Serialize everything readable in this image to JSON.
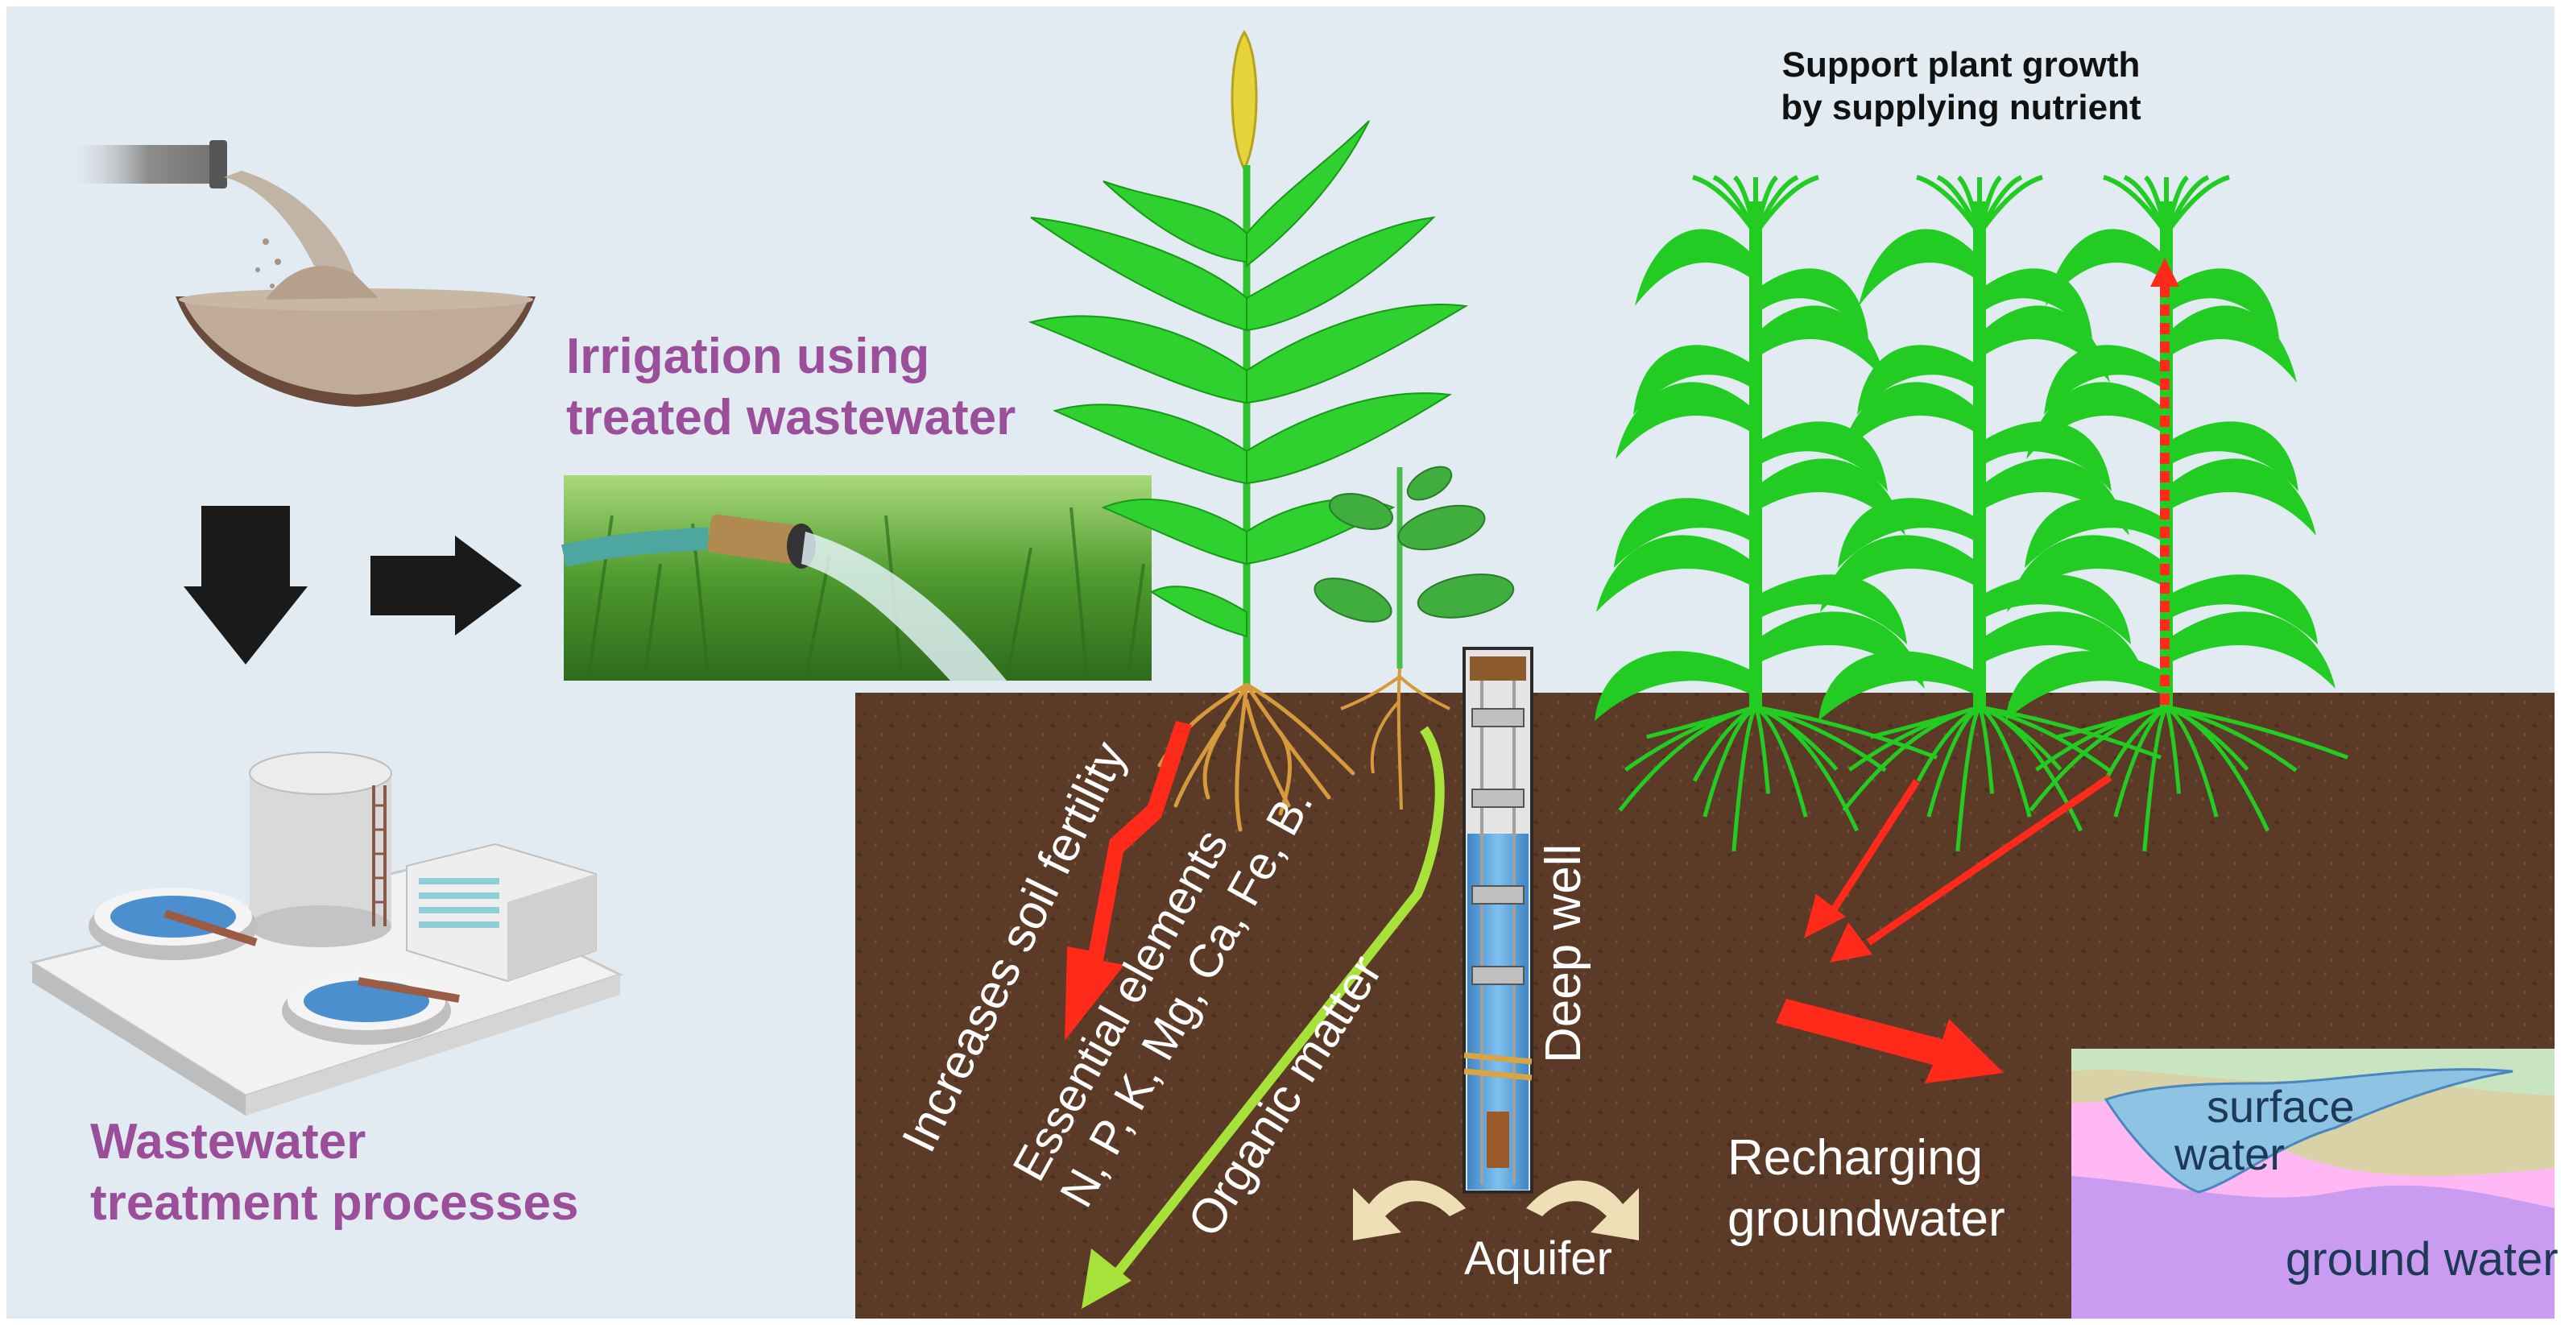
{
  "labels": {
    "irrigation": [
      "Irrigation using",
      "treated wastewater"
    ],
    "wastewater_treatment": [
      "Wastewater",
      "treatment processes"
    ],
    "support_growth": [
      "Support plant growth",
      "by supplying nutrient"
    ],
    "increases_fertility": "Increases soil fertility",
    "essential_elements": [
      "Essential elements",
      "N, P, K, Mg, Ca, Fe, B."
    ],
    "organic_matter": "Organic matter",
    "deep_well": "Deep well",
    "aquifer": "Aquifer",
    "recharging": [
      "Recharging",
      "groundwater"
    ],
    "surface_water": [
      "surface",
      "water"
    ],
    "ground_water": "ground water"
  },
  "colors": {
    "background": "#e2ebf2",
    "soil": "#5a3a26",
    "label_purple": "#9b4f9a",
    "arrow_red": "#ff2a1a",
    "arrow_green": "#a6e23a",
    "plant_green": "#2fd12f",
    "maize_green": "#22cc22"
  },
  "icons": [
    "pipe-icon",
    "wastewater-basin-icon",
    "down-arrow-icon",
    "right-arrow-icon",
    "treatment-plant-icon",
    "garden-hose-photo",
    "sorghum-plant-icon",
    "seedling-icon",
    "maize-plant-icon",
    "submersible-pump-icon",
    "aquifer-arrow-icon",
    "groundwater-map-icon"
  ]
}
